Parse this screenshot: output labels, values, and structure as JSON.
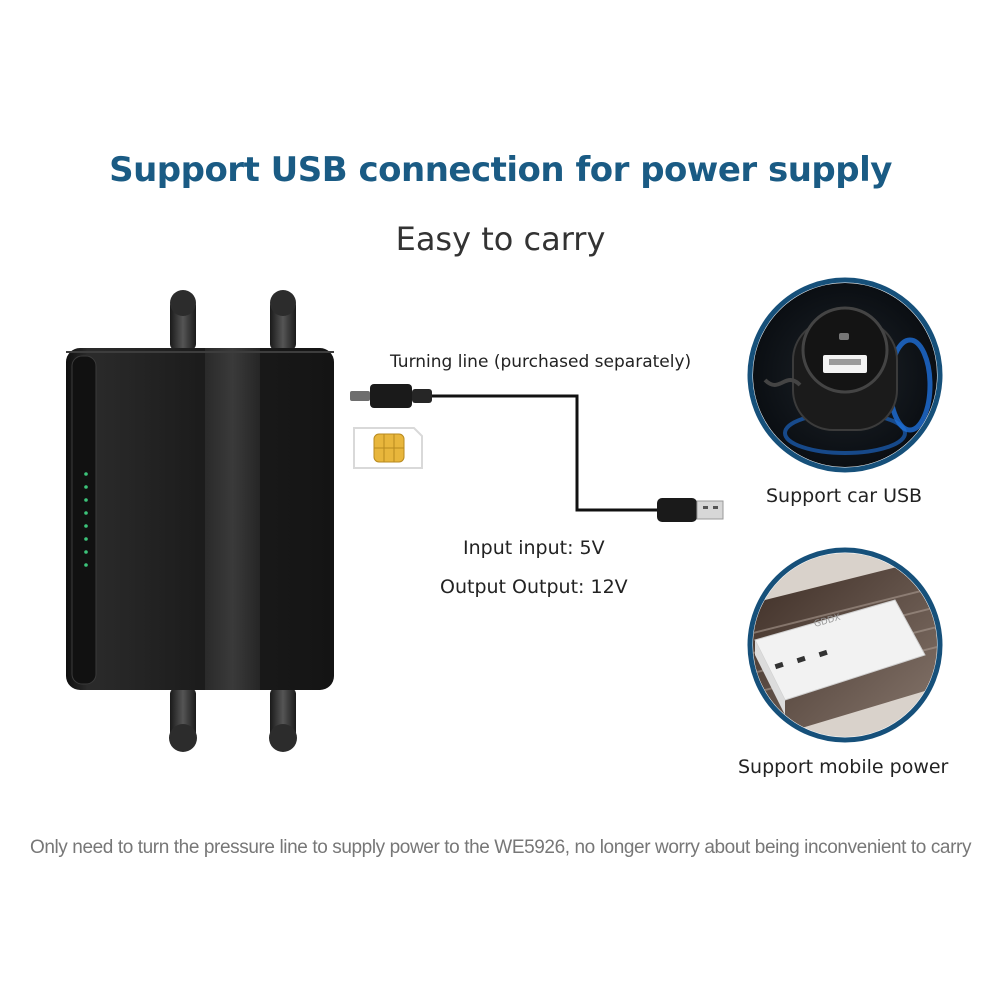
{
  "heading": {
    "title": "Support USB connection for power supply",
    "subtitle": "Easy to carry"
  },
  "cable": {
    "label": "Turning line (purchased separately)",
    "input_spec": "Input input: 5V",
    "output_spec": "Output Output: 12V"
  },
  "options": {
    "car_usb": "Support car USB",
    "mobile_power": "Support mobile power",
    "power_bank_brand": "GDDX"
  },
  "footer": "Only need to turn the pressure line to supply power to the WE5926, no longer worry about being inconvenient to carry",
  "colors": {
    "title": "#1a5b84",
    "circle_border": "#16507a",
    "router_body": "#1e1e1e",
    "sim_gold": "#e8b63c"
  }
}
